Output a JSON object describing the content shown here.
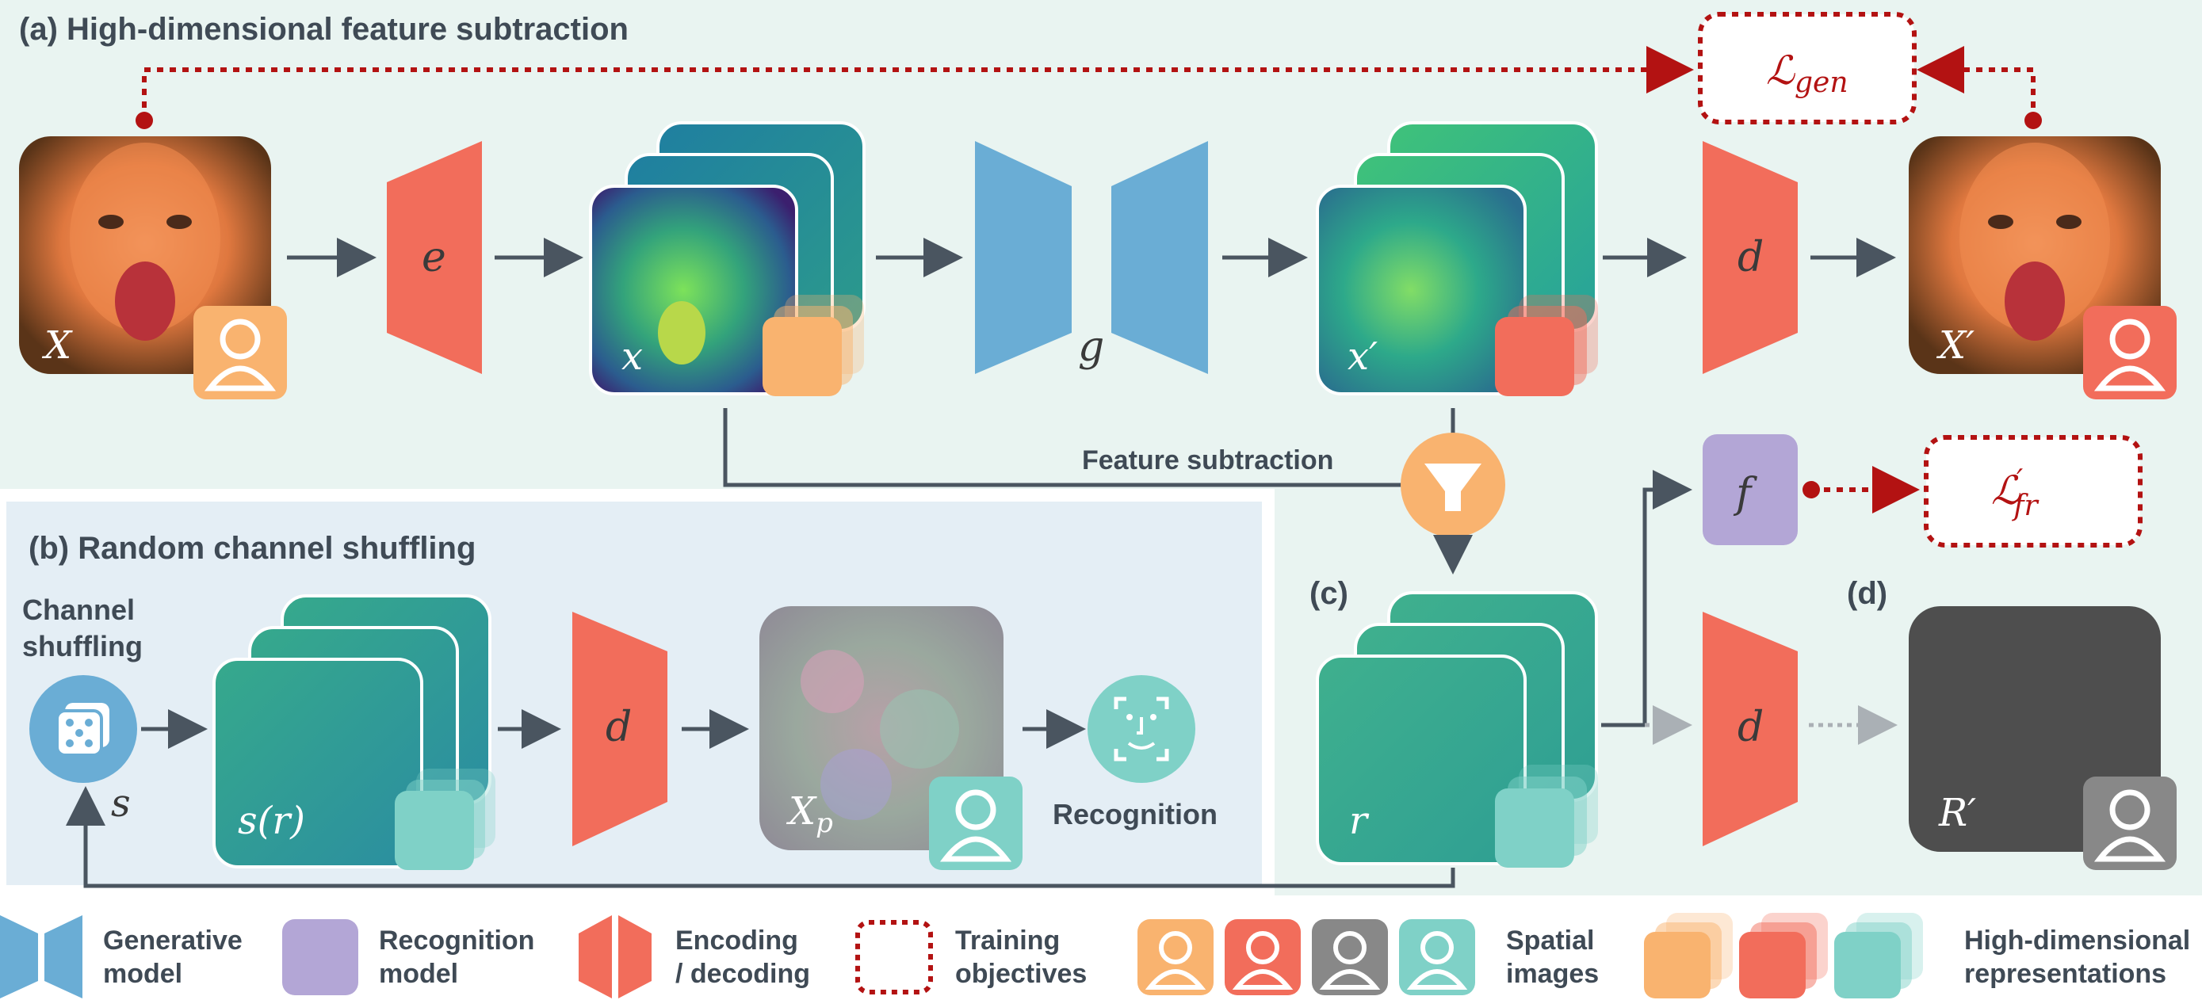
{
  "panels": {
    "a_title": "(a) High-dimensional feature subtraction",
    "b_title": "(b) Random channel shuffling",
    "c_label": "(c)",
    "d_label": "(d)"
  },
  "symbols": {
    "X": "X",
    "e": "e",
    "x": "x",
    "g": "g",
    "x_prime": "x′",
    "d": "d",
    "X_prime": "X′",
    "f": "f",
    "r": "r",
    "R_prime": "R′",
    "s": "s",
    "s_r": "s(r)",
    "X_p_base": "X",
    "X_p_sub": "p"
  },
  "losses": {
    "gen_base": "ℒ",
    "gen_sub": "gen",
    "fr_base": "ℒ",
    "fr_sub": "fr",
    "fr_sup": "′"
  },
  "text": {
    "feature_subtraction": "Feature subtraction",
    "channel": "Channel",
    "shuffling": "shuffling",
    "recognition": "Recognition"
  },
  "legend": {
    "generative": [
      "Generative",
      "model"
    ],
    "recognition": [
      "Recognition",
      "model"
    ],
    "encoding": [
      "Encoding",
      "/ decoding"
    ],
    "training": [
      "Training",
      "objectives"
    ],
    "spatial": [
      "Spatial",
      "images"
    ],
    "highdim": [
      "High-dimensional",
      "representations"
    ]
  },
  "colors": {
    "encoder": "#f26d5b",
    "generative": "#6aadd5",
    "recognition": "#b3a6d6",
    "loss": "#b31212",
    "orange_badge": "#f9b36f",
    "red_badge": "#f26d5b",
    "gray_badge": "#888888",
    "teal_badge": "#7fd1c7",
    "panel_a_bg": "#e9f4f1",
    "panel_b_bg": "#e4eef5"
  }
}
